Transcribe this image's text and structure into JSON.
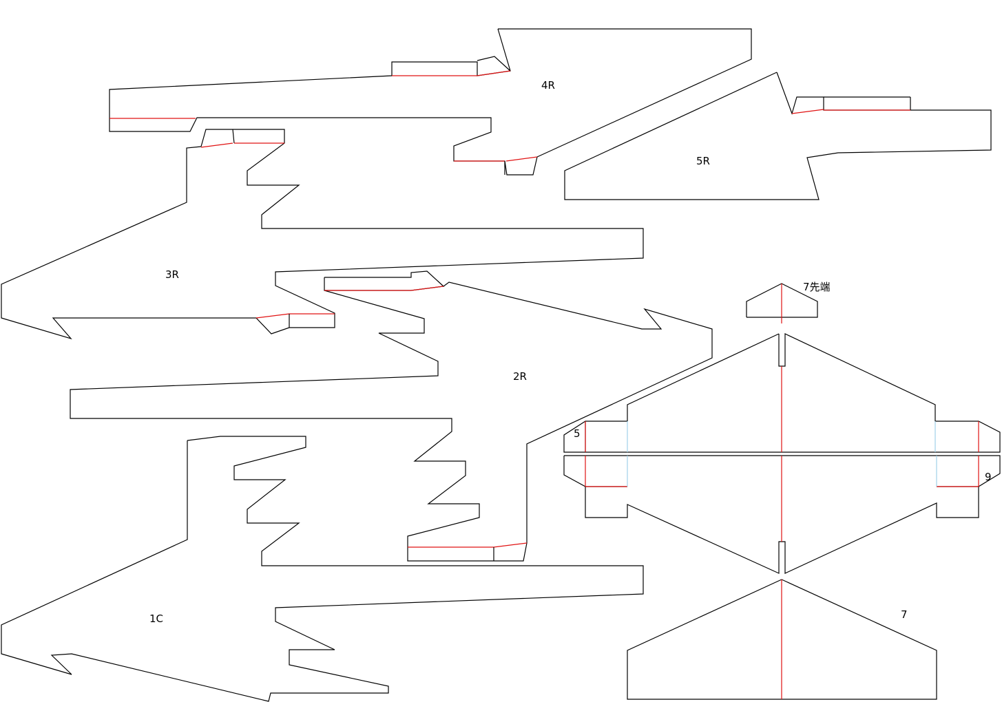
{
  "labels": {
    "part_4r": "4R",
    "part_5r": "5R",
    "part_3r": "3R",
    "part_2r": "2R",
    "part_1c": "1C",
    "part_7_tip": "7先端",
    "part_7": "7",
    "part_5": "5",
    "part_9": "9"
  },
  "colors": {
    "outline": "#000000",
    "fold_line": "#e01010",
    "guide_line": "#9fd0e8",
    "background": "#ffffff"
  }
}
